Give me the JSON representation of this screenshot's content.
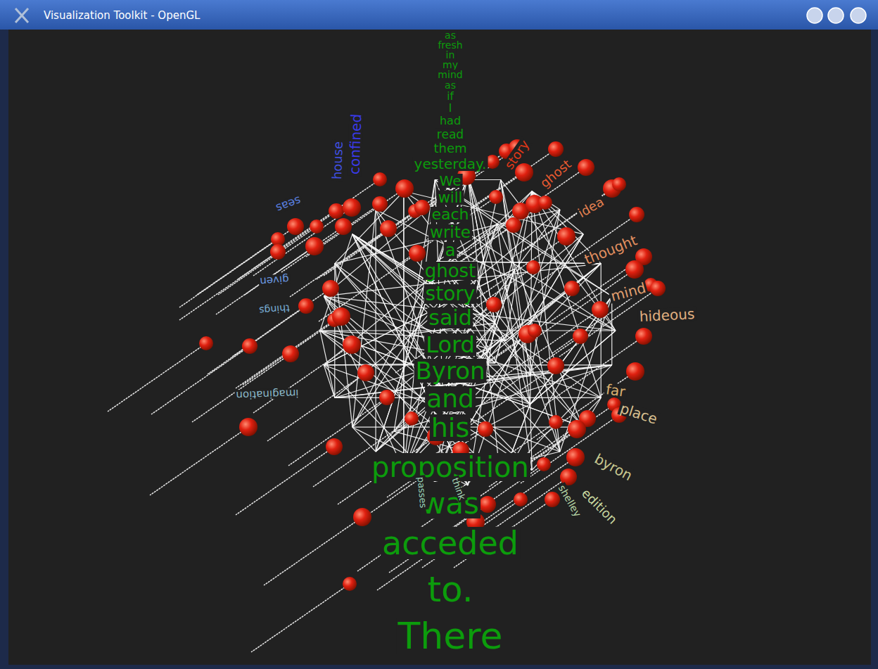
{
  "diagram": {
    "title": "Visualization Toolkit - OpenGL",
    "labels": [
      "as",
      "fresh",
      "in",
      "my",
      "mind",
      "as",
      "if",
      "I",
      "had",
      "read",
      "them",
      "yesterday.",
      "We",
      "will",
      "each",
      "write",
      "a",
      "ghost",
      "story",
      "said",
      "Lord",
      "Byron",
      "and",
      "his",
      "proposition",
      "was",
      "acceded",
      "to.",
      "There",
      "confined",
      "house",
      "seas",
      "given",
      "things",
      "imagination",
      "story",
      "ghost",
      "idea",
      "thought",
      "mind",
      "hideous",
      "far",
      "place",
      "byron",
      "edition",
      "shelley",
      "think",
      "passes"
    ]
  }
}
